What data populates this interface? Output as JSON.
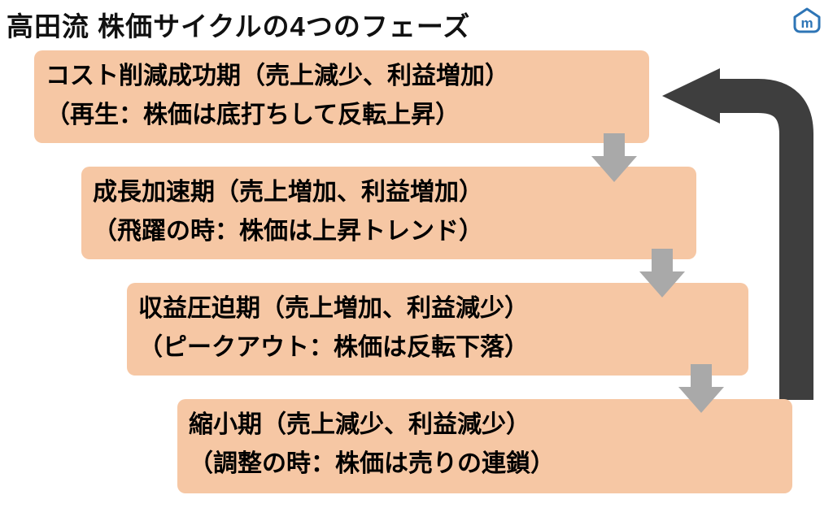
{
  "title": "高田流 株価サイクルの4つのフェーズ",
  "colors": {
    "box_fill": "#F6C7A4",
    "small_arrow": "#A9A9A9",
    "big_arrow": "#3E3E3E",
    "title_text": "#111111",
    "logo": "#2E75B6"
  },
  "logo": {
    "letter": "m"
  },
  "phases": [
    {
      "line1": "コスト削減成功期（売上減少、利益増加）",
      "line2": "（再生：株価は底打ちして反転上昇）"
    },
    {
      "line1": "成長加速期（売上増加、利益増加）",
      "line2": "（飛躍の時：株価は上昇トレンド）"
    },
    {
      "line1": "収益圧迫期（売上増加、利益減少）",
      "line2": "（ピークアウト：株価は反転下落）"
    },
    {
      "line1": "縮小期（売上減少、利益減少）",
      "line2": "（調整の時：株価は売りの連鎖）"
    }
  ]
}
